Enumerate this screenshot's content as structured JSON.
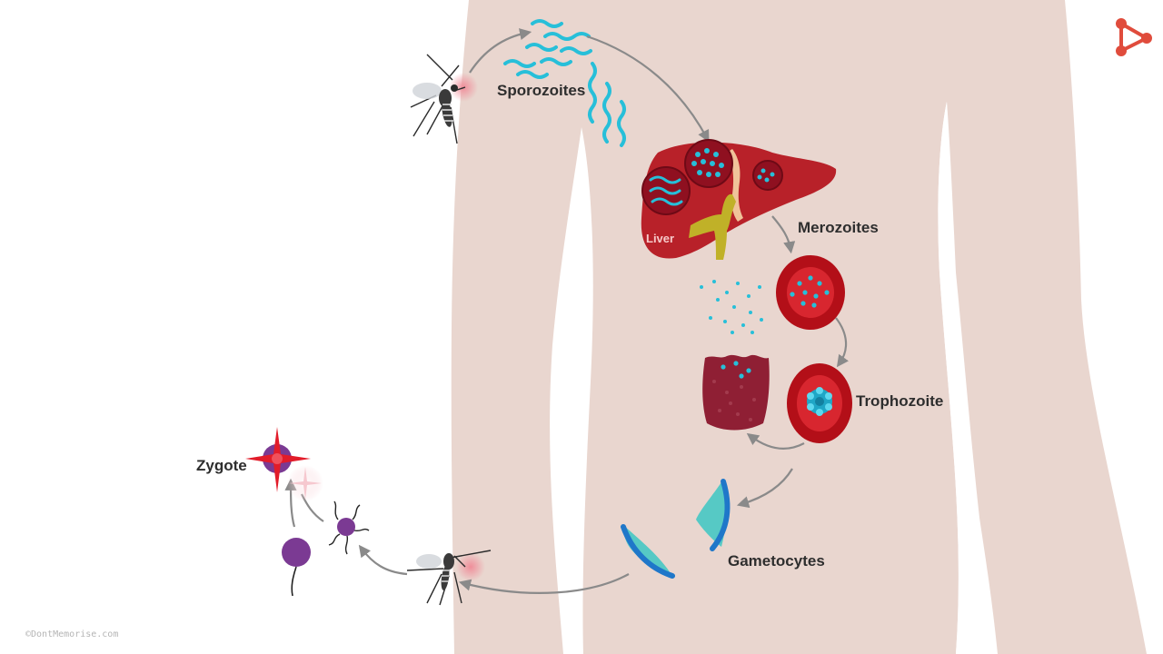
{
  "labels": {
    "sporozoites": "Sporozoites",
    "merozoites": "Merozoites",
    "trophozoite": "Trophozoite",
    "gametocytes": "Gametocytes",
    "zygote": "Zygote",
    "liver": "Liver"
  },
  "footer": {
    "copyright": "©DontMemorise.com"
  },
  "logo": {
    "icon": "dontmemorise-logo-icon"
  },
  "colors": {
    "body_skin": "#e9d6cf",
    "liver": "#b82129",
    "rbc": "#c8141d",
    "parasite_blue": "#27bfd9",
    "gametocyte_teal": "#56c9c5",
    "zygote_purple": "#7b3a93",
    "arrow_gray": "#8a8a8a",
    "logo_red": "#e04c3c"
  }
}
